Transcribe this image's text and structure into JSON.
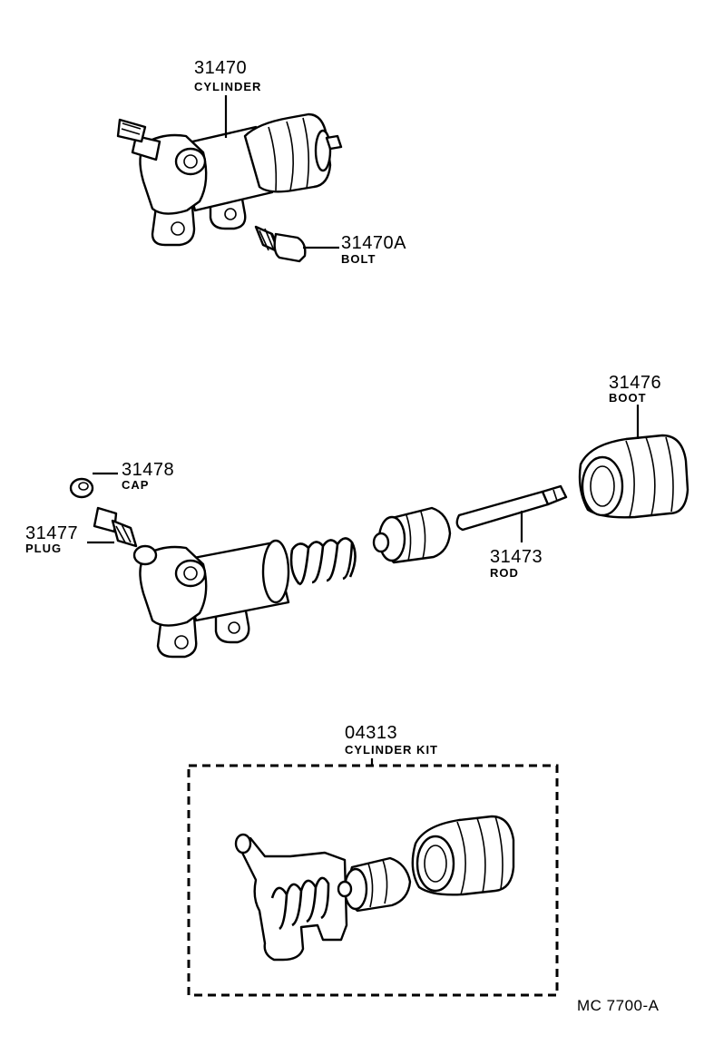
{
  "callouts": {
    "cylinder": {
      "part_no": "31470",
      "name": "CYLINDER"
    },
    "bolt": {
      "part_no": "31470A",
      "name": "BOLT"
    },
    "boot": {
      "part_no": "31476",
      "name": "BOOT"
    },
    "cap": {
      "part_no": "31478",
      "name": "CAP"
    },
    "plug": {
      "part_no": "31477",
      "name": "PLUG"
    },
    "rod": {
      "part_no": "31473",
      "name": "ROD"
    },
    "cylinder_kit": {
      "part_no": "04313",
      "name": "CYLINDER KIT"
    }
  },
  "reference": "MC 7700-A"
}
